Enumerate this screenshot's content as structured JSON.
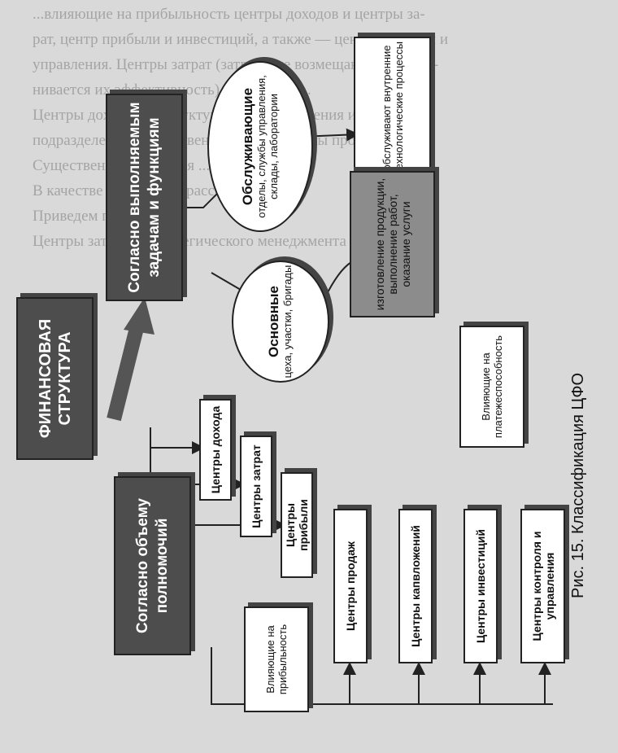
{
  "background_text": [
    "...влияющие на прибыльность центры доходов и центры за-",
    "рат, центр прибыли и инвестиций, а также — центр контроля и",
    "управления. Центры затрат (затраты не возмещаются, но оце-",
    "нивается их эффективность) показатели ...",
    "Центры доходов ... структурные подразделения и группы",
    "подразделений, ответственные за результаты продаж ...",
    "Существенные различия ... ",
    "В качестве критерия ... рассмотрим ...",
    "Приведем примеры ...",
    "Центры затрат ... стратегического менеджмента и т. п."
  ],
  "diagram": {
    "root": "ФИНАНСОВАЯ СТРУКТУРА",
    "branch_functions": "Согласно выполняемым задачам и функциям",
    "branch_authority": "Согласно объему полномочий",
    "serving": {
      "title": "Обслуживающие",
      "text": "отделы, службы управления, склады, лаборатории"
    },
    "main": {
      "title": "Основные",
      "text": "цеха, участки, бригады"
    },
    "serving_callout": "обслуживают внутренние технологические процессы",
    "main_box": "изготовление продукции, выполнение работ, оказание услуги",
    "solvency_callout": "Влияющие на платежеспособность",
    "profit_callout": "Влияющие на прибыльность",
    "centers_profit_group": [
      "Центры дохода",
      "Центры затрат",
      "Центры прибыли"
    ],
    "centers_other": [
      "Центры продаж",
      "Центры капвложений",
      "Центры инвестиций",
      "Центры контроля и управления"
    ]
  },
  "caption": "Рис. 15. Классификация ЦФО"
}
